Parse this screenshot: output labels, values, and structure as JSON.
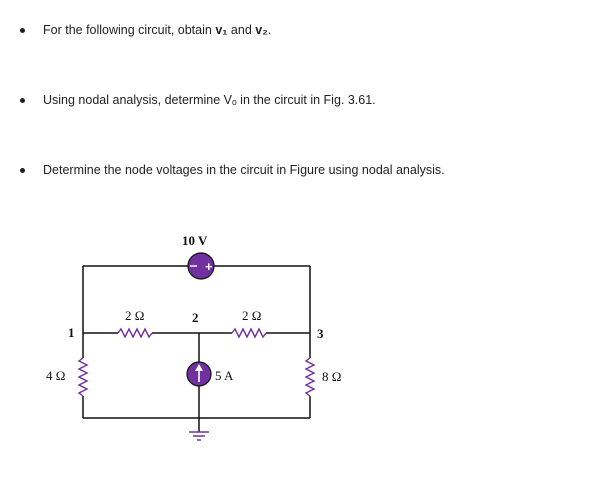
{
  "bullets": [
    {
      "prefix": "For the following circuit, obtain ",
      "v1": "v₁",
      "mid": " and ",
      "v2": "v₂",
      "suffix": "."
    },
    {
      "text": "Using nodal analysis, determine Vₒ in the circuit in Fig. 3.61."
    },
    {
      "text": "Determine the node voltages in the circuit in Figure using nodal analysis."
    }
  ],
  "circuit": {
    "voltage_source_label": "10 V",
    "voltage_source_sign": "+",
    "r_left_top_label": "2 Ω",
    "r_right_top_label": "2 Ω",
    "r_left_vertical_label": "4 Ω",
    "r_right_vertical_label": "8 Ω",
    "current_source_label": "5 A",
    "node1_label": "1",
    "node2_label": "2",
    "node3_label": "3"
  },
  "colors": {
    "wire": "#111111",
    "resistor": "#7030a0",
    "source_fill": "#7030a0",
    "ground": "#7030a0",
    "text": "#222222"
  }
}
